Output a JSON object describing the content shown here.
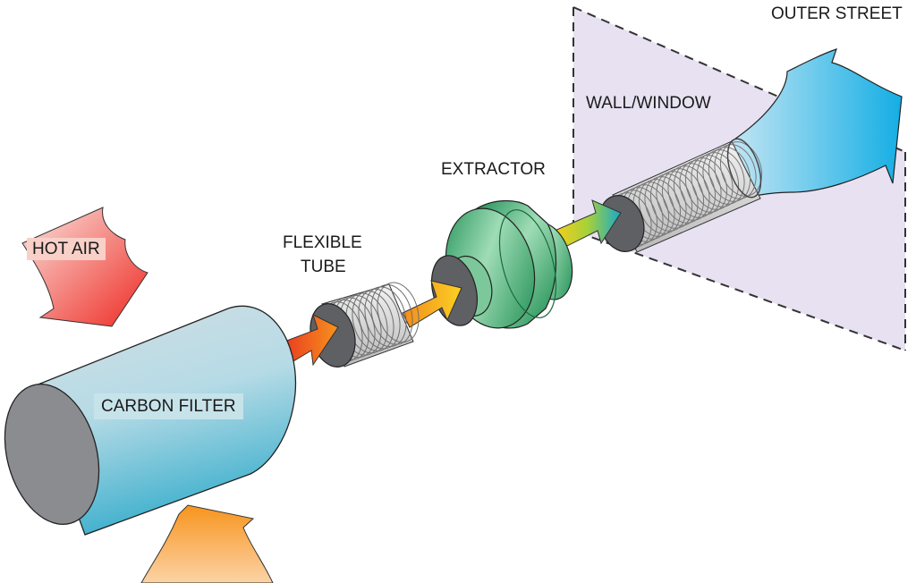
{
  "diagram": {
    "title": "",
    "labels": {
      "hot_air": "HOT AIR",
      "carbon_filter": "CARBON FILTER",
      "flexible_tube_line1": "FLEXIBLE",
      "flexible_tube_line2": "TUBE",
      "extractor": "EXTRACTOR",
      "wall_window": "WALL/WINDOW",
      "outer_street": "OUTER STREET"
    },
    "flow_sequence": [
      "HOT AIR",
      "CARBON FILTER",
      "FLEXIBLE TUBE",
      "EXTRACTOR",
      "WALL/WINDOW",
      "OUTER STREET"
    ],
    "colors": {
      "hot_air_arrow": "#f03a2e",
      "intake_arrow": "#f7a03a",
      "filter_body": "#9fd0e0",
      "filter_cap": "#8a8b8f",
      "tube_ribs": "#d8d8d8",
      "extractor": "#2fa866",
      "wall_plane": "#e6e0f0",
      "exhaust_arrow": "#1fb3e6",
      "hot_air_label_bg": "#f8d0c8",
      "filter_label_bg": "#c6e3ea"
    }
  }
}
